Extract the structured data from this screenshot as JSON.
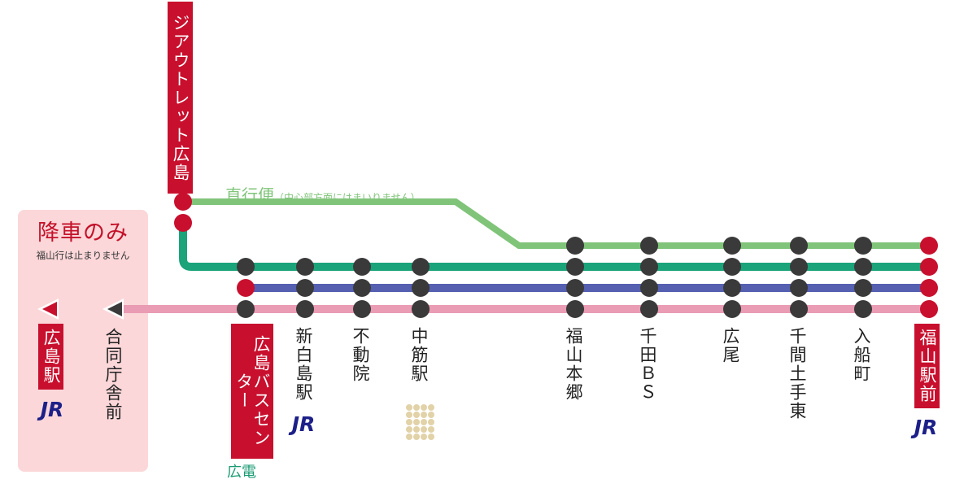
{
  "dropoff": {
    "title": "降車のみ",
    "note": "福山行は止まりません",
    "stops": [
      {
        "name": "広島駅",
        "highlight": true,
        "jr": true
      },
      {
        "name": "合同庁舎前",
        "highlight": false,
        "jr": false
      }
    ]
  },
  "origin": {
    "name": "ジアウトレット広島"
  },
  "express": {
    "label": "直行便",
    "note": "（中心部方面にはまいりません）"
  },
  "jr_logo": "JR",
  "hiroden_label": "広電",
  "stops": [
    {
      "name": "広島バスセンター",
      "highlight": true
    },
    {
      "name": "新白島駅",
      "highlight": false,
      "jr": true
    },
    {
      "name": "不動院",
      "highlight": false
    },
    {
      "name": "中筋駅",
      "highlight": false,
      "astram": true
    },
    {
      "name": "福山本郷",
      "highlight": false
    },
    {
      "name": "千田ＢＳ",
      "highlight": false
    },
    {
      "name": "広尾",
      "highlight": false
    },
    {
      "name": "千間土手東",
      "highlight": false
    },
    {
      "name": "入船町",
      "highlight": false
    },
    {
      "name": "福山駅前",
      "highlight": true,
      "jr": true
    }
  ],
  "colors": {
    "express_line": "#80c47a",
    "outlet_line": "#1ba37a",
    "blue_line": "#5560b0",
    "pink_line": "#e99cb4",
    "stop_dark": "#3a3a3a",
    "stop_red": "#c8102e",
    "dropoff_bg": "#fbd7d9",
    "jr_blue": "#1d2088",
    "astram_dots": "#e2d2a8"
  }
}
